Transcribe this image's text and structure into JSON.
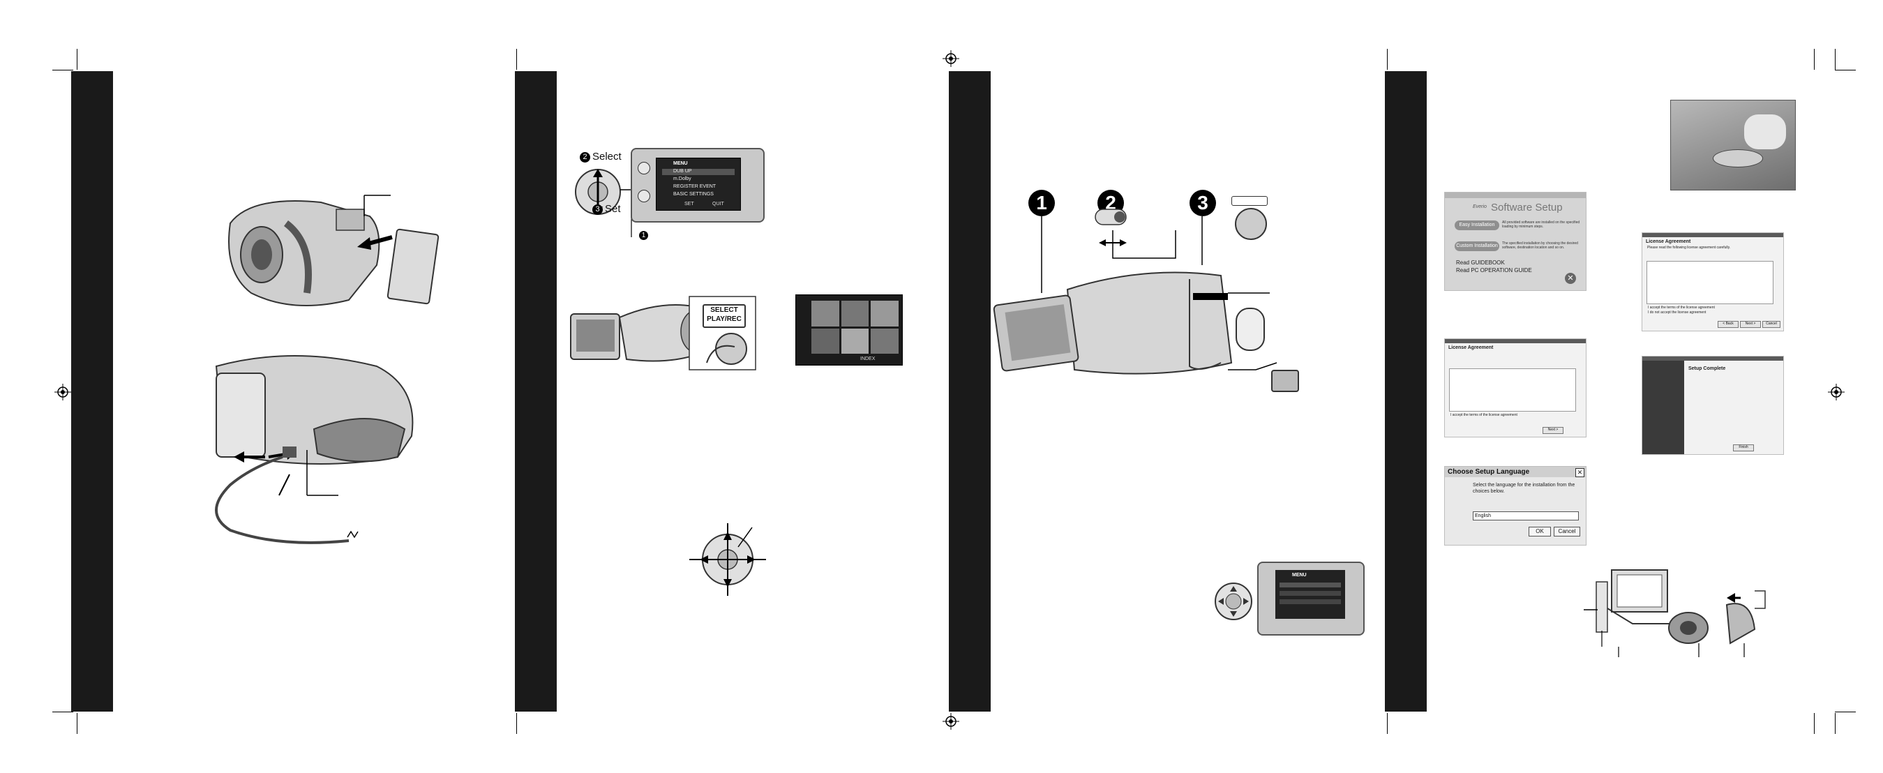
{
  "page2": {
    "select_label": "Select",
    "set_label": "Set",
    "menu_title": "MENU",
    "menu_items": [
      "DUB UP",
      "m.Dolby",
      "REGISTER EVENT",
      "BASIC SETTINGS"
    ],
    "menu_footer_set": "SET",
    "menu_footer_quit": "QUIT",
    "select_play_rec_button": "SELECT PLAY/REC",
    "index_label": "INDEX"
  },
  "page3": {
    "menu_title": "MENU"
  },
  "page4": {
    "software_setup_title": "Software Setup",
    "software_setup_brand": "Everio",
    "easy_installation_button": "Easy Installation",
    "easy_installation_desc": "All provided software are installed on the specified loading by minimum steps.",
    "custom_installation_button": "Custom Installation",
    "custom_installation_desc": "The specified installation by choosing the desired software, destination location and so on.",
    "read_guidebook": "Read GUIDEBOOK",
    "read_pc_guide": "Read PC OPERATION GUIDE",
    "license_title": "License Agreement",
    "license_subtitle": "Please read the following license agreement carefully.",
    "license_accept": "I accept the terms of the license agreement",
    "license_decline": "I do not accept the license agreement",
    "btn_back": "< Back",
    "btn_next": "Next >",
    "btn_cancel": "Cancel",
    "wizard_complete_title": "Setup Complete",
    "wizard_finish": "Finish",
    "choose_language_title": "Choose Setup Language",
    "choose_language_prompt": "Select the language for the installation from the choices below.",
    "language_value": "English",
    "btn_ok": "OK",
    "btn_cancel2": "Cancel"
  }
}
